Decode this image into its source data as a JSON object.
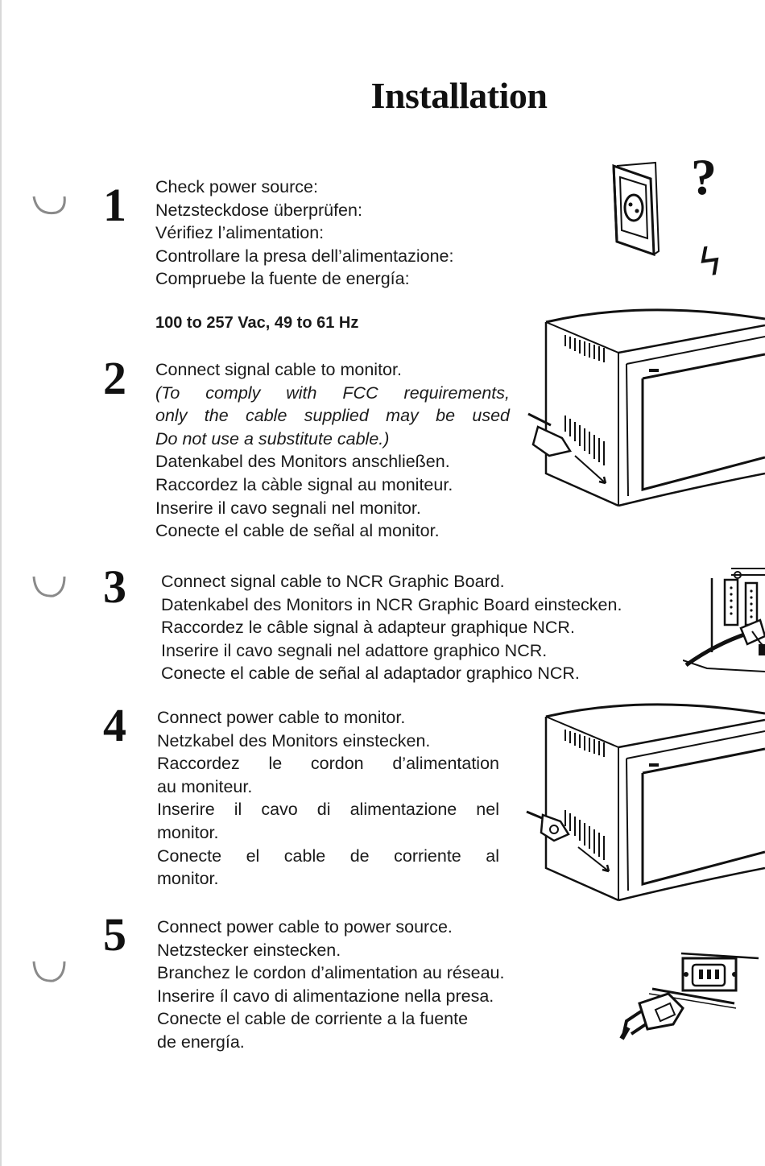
{
  "page": {
    "title": "Installation"
  },
  "steps": [
    {
      "number": "1",
      "lines": [
        "Check power source:",
        "Netzsteckdose überprüfen:",
        "Vérifiez l’alimentation:",
        "Controllare la presa dell’alimentazione:",
        "Compruebe la fuente de energía:"
      ],
      "spec": "100 to 257 Vac, 49 to 61 Hz"
    },
    {
      "number": "2",
      "lines": [
        "Connect signal cable to monitor.",
        "(To comply with FCC requirements,",
        "only the cable supplied may be used",
        "Do not use a substitute cable.)",
        "Datenkabel des Monitors anschließen.",
        "Raccordez la càble signal au moniteur.",
        "Inserire il cavo segnali nel monitor.",
        "Conecte el cable de señal al monitor."
      ]
    },
    {
      "number": "3",
      "lines": [
        "Connect signal cable to NCR Graphic Board.",
        "Datenkabel des Monitors in NCR Graphic Board einstecken.",
        "Raccordez le câble signal à adapteur graphique NCR.",
        "Inserire il cavo segnali nel adattore graphico NCR.",
        "Conecte el cable de señal al adaptador graphico NCR."
      ]
    },
    {
      "number": "4",
      "lines": [
        "Connect power cable to monitor.",
        "Netzkabel des Monitors einstecken.",
        "Raccordez le cordon d’alimentation",
        "au moniteur.",
        "Inserire il cavo di alimentazione nel",
        "monitor.",
        "Conecte el cable de corriente al",
        "monitor."
      ]
    },
    {
      "number": "5",
      "lines": [
        "Connect power cable to power source.",
        "Netzstecker einstecken.",
        "Branchez le cordon d’alimentation au réseau.",
        "Inserire íl cavo di alimentazione nella presa.",
        "Conecte el cable de corriente a la fuente",
        "de energía."
      ]
    }
  ],
  "illustrations": {
    "question_mark": "?",
    "lightning": "ϟ"
  }
}
